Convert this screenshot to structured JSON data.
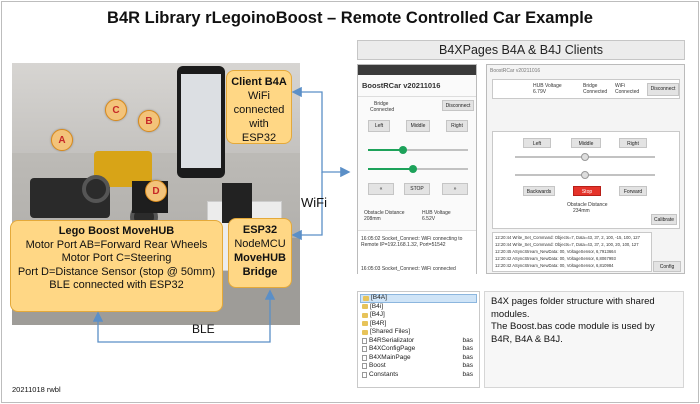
{
  "title": "B4R Library rLegoinoBoost – Remote Controlled Car Example",
  "photo_badges": [
    "A",
    "B",
    "C",
    "D"
  ],
  "callouts": {
    "client_b4a": {
      "title": "Client B4A",
      "lines": [
        "WiFi",
        "connected",
        "with",
        "ESP32"
      ]
    },
    "esp32": {
      "lines": [
        "ESP32",
        "NodeMCU",
        "MoveHUB",
        "Bridge"
      ]
    },
    "movehub": {
      "title": "Lego Boost MoveHUB",
      "lines": [
        "Motor Port AB=Forward Rear Wheels",
        "Motor Port C=Steering",
        "Port D=Distance Sensor (stop @ 50mm)",
        "BLE connected with ESP32"
      ]
    }
  },
  "arrow_labels": {
    "wifi": "WiFi",
    "ble": "BLE"
  },
  "pages_title": "B4XPages B4A & B4J Clients",
  "b4a_app": {
    "app_title": "BoostRCar v20211016",
    "bridge_label": "Bridge",
    "bridge_status": "Connected",
    "disconnect": "Disconnect",
    "buttons": [
      "Left",
      "Middle",
      "Right"
    ],
    "slider_values": [
      0.35,
      0.45
    ],
    "nav": [
      "«",
      "STOP",
      "»"
    ],
    "obstacle_label": "Obstacle Distance",
    "obstacle_value": "208mm",
    "voltage_label": "HUB Voltage",
    "voltage_value": "6.52V",
    "log": [
      "16:05:02 Socket_Connect: WiFi connecting to",
      "Remote IP=192.168.1.32, Port=51542",
      "16:05:03 Socket_Connect: WiFi connected"
    ]
  },
  "b4j_app": {
    "window_title": "BoostRCar v20211016",
    "hub_voltage_label": "HUB Voltage",
    "hub_voltage_value": "6.79V",
    "bridge_label": "Bridge",
    "bridge_status": "Connected",
    "wifi_label": "WiFi",
    "wifi_status": "Connected",
    "disconnect": "Disconnect",
    "steer_buttons": [
      "Left",
      "Middle",
      "Right"
    ],
    "drive_buttons": [
      "Backwards",
      "Stop",
      "Forward"
    ],
    "obstacle_label": "Obstacle Distance",
    "obstacle_value": "234mm",
    "calibrate": "Calibrate",
    "config": "Config",
    "slider_values": [
      0.5,
      0.5
    ],
    "log": [
      "12:20:44 Write_Set_Command: Objects=7, Data=43, 37, 2, 100, -15, 100, 127",
      "12:20:44 Write_Set_Command: Objects=7, Data=43, 37, 2, 100, 20, 100, 127",
      "12:20:45 ASyncStream_NewData: 00, VoltageSensor, 6,7913664",
      "12:20:42 ASyncStream_NewData: 00, VoltageSensor, 6,8067993",
      "12:20:42 ASyncStream_NewData: 00, VoltageSensor, 6,810984"
    ]
  },
  "folder": [
    {
      "name": "[B4A]",
      "type": "folder",
      "ext": ""
    },
    {
      "name": "[B4i]",
      "type": "folder",
      "ext": ""
    },
    {
      "name": "[B4J]",
      "type": "folder",
      "ext": ""
    },
    {
      "name": "[B4R]",
      "type": "folder",
      "ext": ""
    },
    {
      "name": "[Shared Files]",
      "type": "folder",
      "ext": ""
    },
    {
      "name": "B4RSerializator",
      "type": "file",
      "ext": "bas"
    },
    {
      "name": "B4XConfigPage",
      "type": "file",
      "ext": "bas"
    },
    {
      "name": "B4XMainPage",
      "type": "file",
      "ext": "bas"
    },
    {
      "name": "Boost",
      "type": "file",
      "ext": "bas"
    },
    {
      "name": "Constants",
      "type": "file",
      "ext": "bas"
    }
  ],
  "description": [
    "B4X pages folder structure with shared modules.",
    "The Boost.bas code module is used by B4R, B4A & B4J."
  ],
  "footer": "20211018 rwbl",
  "colors": {
    "callout_fill": "#ffd785",
    "callout_border": "#e4a93a",
    "arrow": "#5b8fc7",
    "badge_fill": "#f3c37a",
    "stop_red": "#e5332a"
  }
}
